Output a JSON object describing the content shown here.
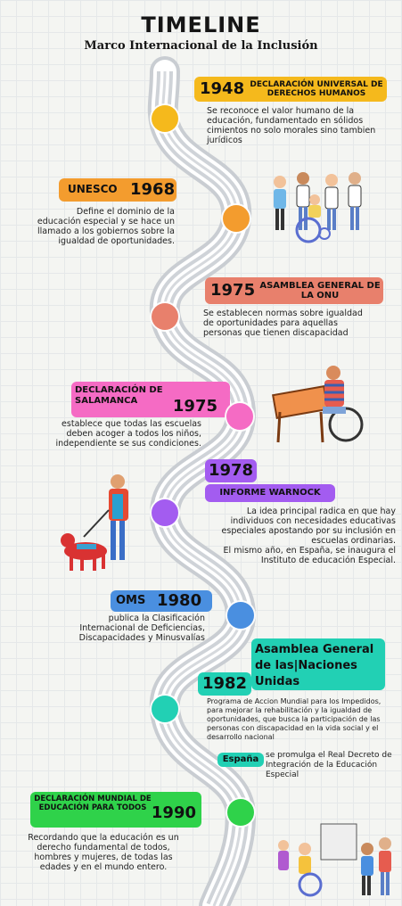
{
  "header": {
    "title": "TIMELINE",
    "subtitle": "Marco Internacional de la Inclusión"
  },
  "events": [
    {
      "year": "1948",
      "heading": "DECLARACIÓN UNIVERSAL DE DERECHOS HUMANOS",
      "description": "Se reconoce el valor humano de la educación, fundamentado en sólidos cimientos no solo morales sino tambien jurídicos",
      "color": "#f5b91c"
    },
    {
      "year": "1968",
      "heading": "UNESCO",
      "description": "Define el dominio de la educación especial y se hace un llamado a los gobiernos sobre la igualdad de oportunidades.",
      "color": "#f39c2e"
    },
    {
      "year": "1975",
      "heading": "ASAMBLEA GENERAL DE LA ONU",
      "description": "Se establecen normas sobre igualdad de oportunidades para aquellas personas que tienen discapacidad",
      "color": "#e8806c"
    },
    {
      "year": "1975",
      "heading": "DECLARACIÓN DE SALAMANCA",
      "description": "establece que todas las escuelas deben acoger a todos los niños, independiente se sus condiciones.",
      "color": "#f56bc4"
    },
    {
      "year": "1978",
      "heading": "INFORME WARNOCK",
      "description": "La idea principal radica en que hay individuos con necesidades educativas especiales apostando por su inclusión en escuelas ordinarias.\nEl mismo año, en España, se inaugura el Instituto de educación Especial.",
      "color": "#a35cf0"
    },
    {
      "year": "1980",
      "heading": "OMS",
      "description": "publica la Clasificación Internacional de Deficiencias, Discapacidades y Minusvalías",
      "color": "#4a8fe0"
    },
    {
      "year": "1982",
      "heading": "Asamblea General de las|Naciones Unidas",
      "description": "Programa de Accion Mundial para los Impedidos, para mejorar la rehabilitación y la igualdad de oportunidades, que busca la participación de las personas con discapacidad en la vida social y el desarrollo nacional",
      "color": "#22d0b4",
      "extra_tag": "España",
      "extra_text": "se promulga el Real Decreto de Integración de la Educación Especial"
    },
    {
      "year": "1990",
      "heading": "DECLARACIÓN MUNDIAL DE EDUCACIÓN PARA TODOS",
      "description": "Recordando que la educación es un derecho fundamental de todos, hombres y mujeres, de todas las edades y en el mundo entero.",
      "color": "#2fd24a"
    }
  ]
}
